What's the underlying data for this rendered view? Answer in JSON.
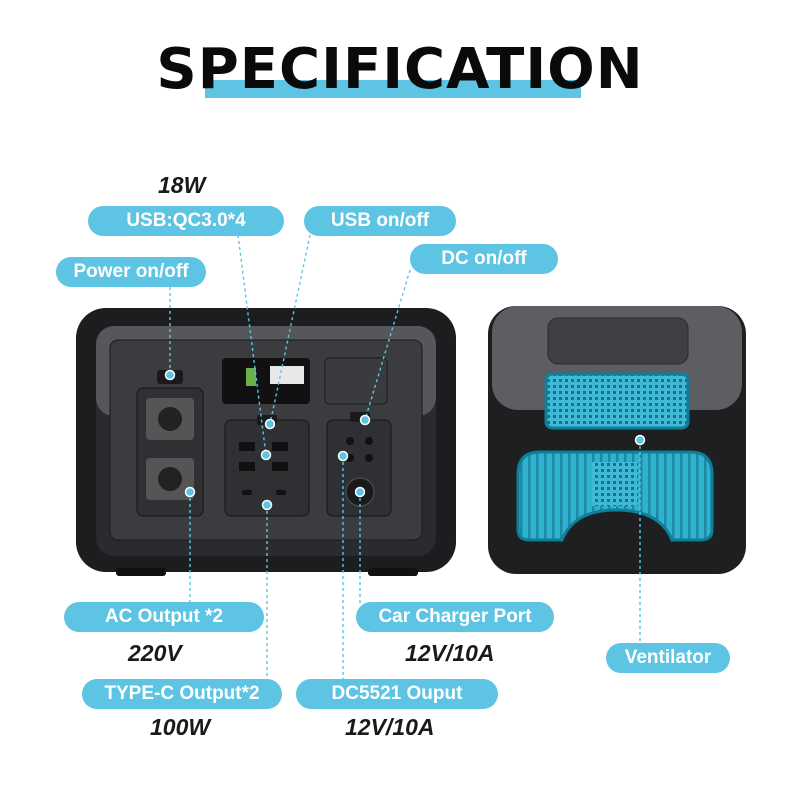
{
  "title": "SPECIFICATION",
  "labels": {
    "usb_qc": "USB:QC3.0*4",
    "usb_onoff": "USB on/off",
    "dc_onoff": "DC on/off",
    "power_onoff": "Power on/off",
    "ac_output": "AC Output *2",
    "car_charger": "Car Charger Port",
    "ventilator": "Ventilator",
    "typec_output": "TYPE-C Output*2",
    "dc5521": "DC5521 Ouput"
  },
  "values": {
    "usb_watt": "18W",
    "ac_volt": "220V",
    "car_rating": "12V/10A",
    "typec_watt": "100W",
    "dc5521_rating": "12V/10A"
  },
  "colors": {
    "accent": "#5ec4e4",
    "device_dark": "#1c1d1f",
    "device_gray": "#5a5c60",
    "vent_teal": "#1aa6c4"
  }
}
